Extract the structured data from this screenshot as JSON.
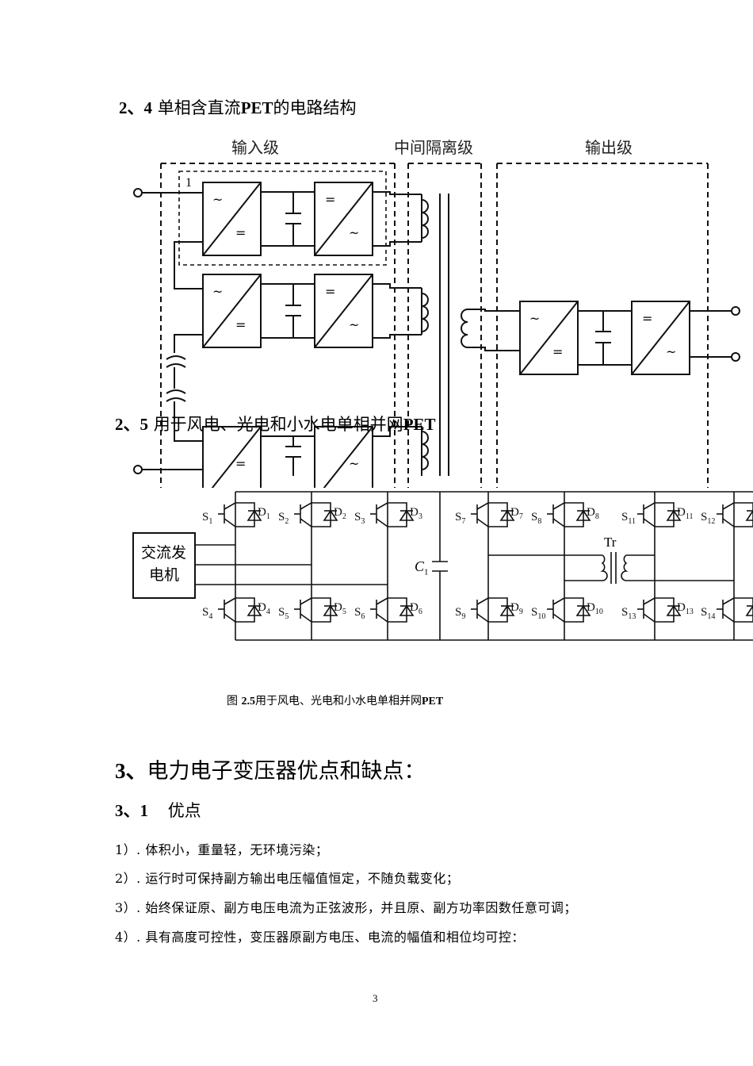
{
  "section_2_4": {
    "num": "2、4",
    "prefix": "单相含直流",
    "bold": "PET",
    "suffix": "的电路结构"
  },
  "figure1": {
    "stage_input": "输入级",
    "stage_isolation": "中间隔离级",
    "stage_output": "输出级",
    "module_index": "1",
    "ac_symbol": "~",
    "dc_symbol": "="
  },
  "section_2_5": {
    "num": "2、5",
    "text": "用于风电、光电和小水电单相并网",
    "bold": "PET"
  },
  "figure2": {
    "generator_line1": "交流发",
    "generator_line2": "电机",
    "capacitor": "C",
    "capacitor_sub": "1",
    "transformer": "Tr",
    "switches_top": [
      {
        "s": "1",
        "d": "1"
      },
      {
        "s": "2",
        "d": "2"
      },
      {
        "s": "3",
        "d": "3"
      },
      {
        "s": "7",
        "d": "7"
      },
      {
        "s": "8",
        "d": "8"
      },
      {
        "s": "11",
        "d": "11"
      },
      {
        "s": "12",
        "d": ""
      }
    ],
    "switches_bottom": [
      {
        "s": "4",
        "d": "4"
      },
      {
        "s": "5",
        "d": "5"
      },
      {
        "s": "6",
        "d": "6"
      },
      {
        "s": "9",
        "d": "9"
      },
      {
        "s": "10",
        "d": "10"
      },
      {
        "s": "13",
        "d": "13"
      },
      {
        "s": "14",
        "d": ""
      }
    ],
    "caption_prefix": "图",
    "caption_num": "2.5",
    "caption_text": "用于风电、光电和小水电单相并网",
    "caption_bold": "PET"
  },
  "section_3": {
    "num": "3、",
    "text": "电力电子变压器优点和缺点："
  },
  "section_3_1": {
    "num": "3、1",
    "text": "优点"
  },
  "advantages": [
    "1）. 体积小，重量轻，无环境污染；",
    "2）. 运行时可保持副方输出电压幅值恒定，不随负载变化；",
    "3）. 始终保证原、副方电压电流为正弦波形，并且原、副方功率因数任意可调；",
    "4）. 具有高度可控性，变压器原副方电压、电流的幅值和相位均可控："
  ],
  "page_number": "3"
}
